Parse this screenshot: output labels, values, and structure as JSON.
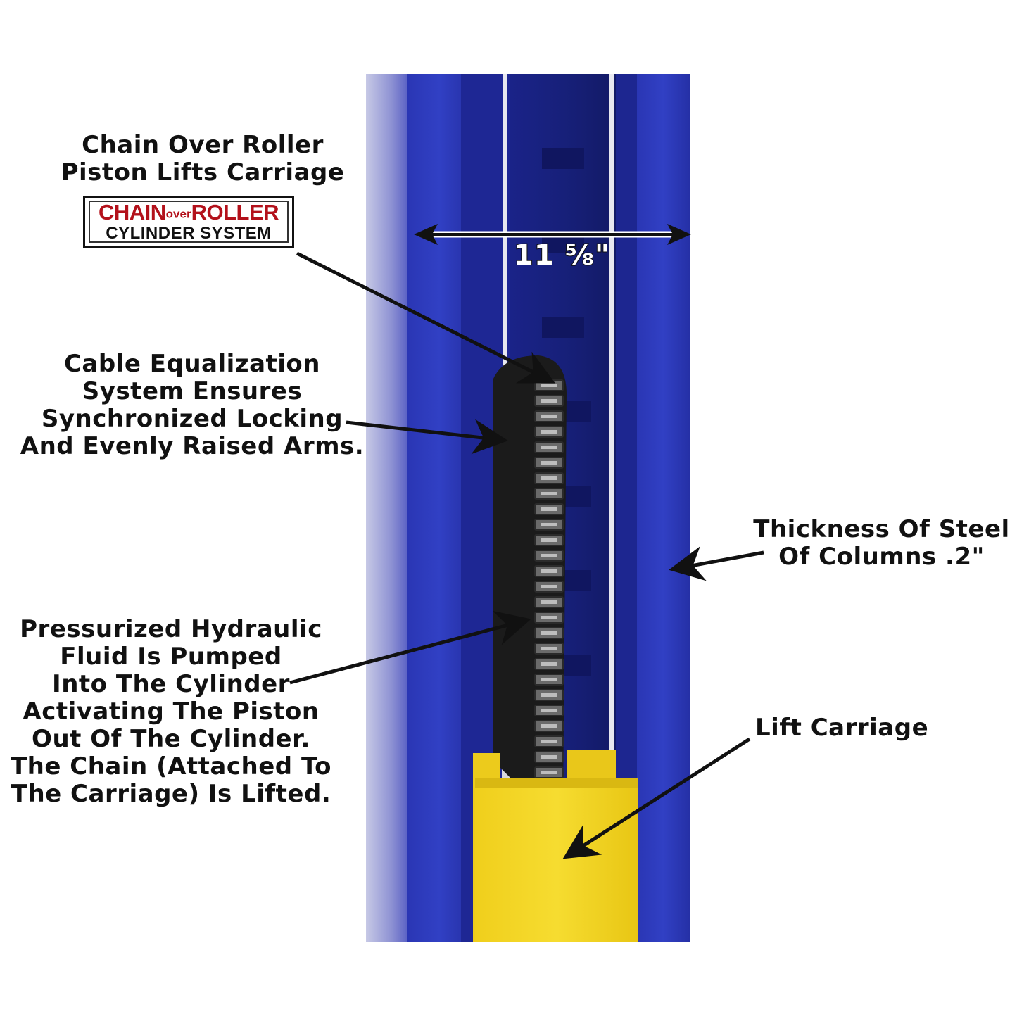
{
  "callouts": {
    "chain_over_roller": [
      "Chain Over Roller",
      "Piston Lifts Carriage"
    ],
    "cable_equalization": [
      "Cable Equalization",
      "System Ensures",
      "Synchronized Locking",
      "And Evenly Raised Arms."
    ],
    "thickness": [
      "Thickness Of Steel",
      "Of Columns .2\""
    ],
    "hydraulic": [
      "Pressurized Hydraulic",
      "Fluid Is Pumped",
      "Into The Cylinder",
      "Activating The Piston",
      "Out Of The Cylinder.",
      "The Chain (Attached To",
      "The Carriage) Is Lifted."
    ],
    "lift_carriage": [
      "Lift Carriage"
    ]
  },
  "badge": {
    "line1_left": "CHAIN",
    "line1_mid": "over",
    "line1_right": "ROLLER",
    "line2": "CYLINDER SYSTEM"
  },
  "dimension": {
    "label": "11 ⅝\""
  },
  "colors": {
    "column_blue": "#2632a8",
    "column_dark": "#141c70",
    "carriage_yellow": "#f3d521",
    "chain_gray": "#5a5a5a"
  }
}
